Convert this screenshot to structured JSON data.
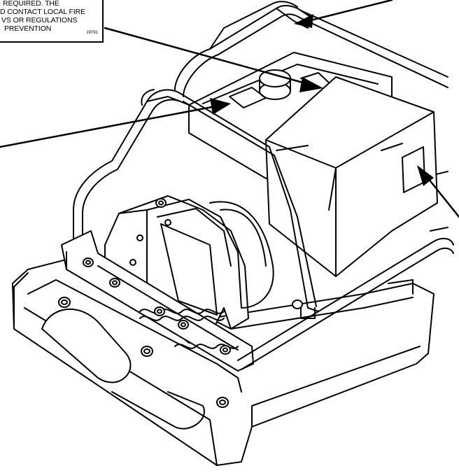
{
  "warning_label": {
    "lines": [
      "REQUIRED. THE",
      "D CONTACT LOCAL FIRE",
      "VS OR REGULATIONS",
      "PREVENTION"
    ],
    "code": "19791"
  },
  "colors": {
    "ink": "#000000",
    "paper": "#ffffff"
  }
}
